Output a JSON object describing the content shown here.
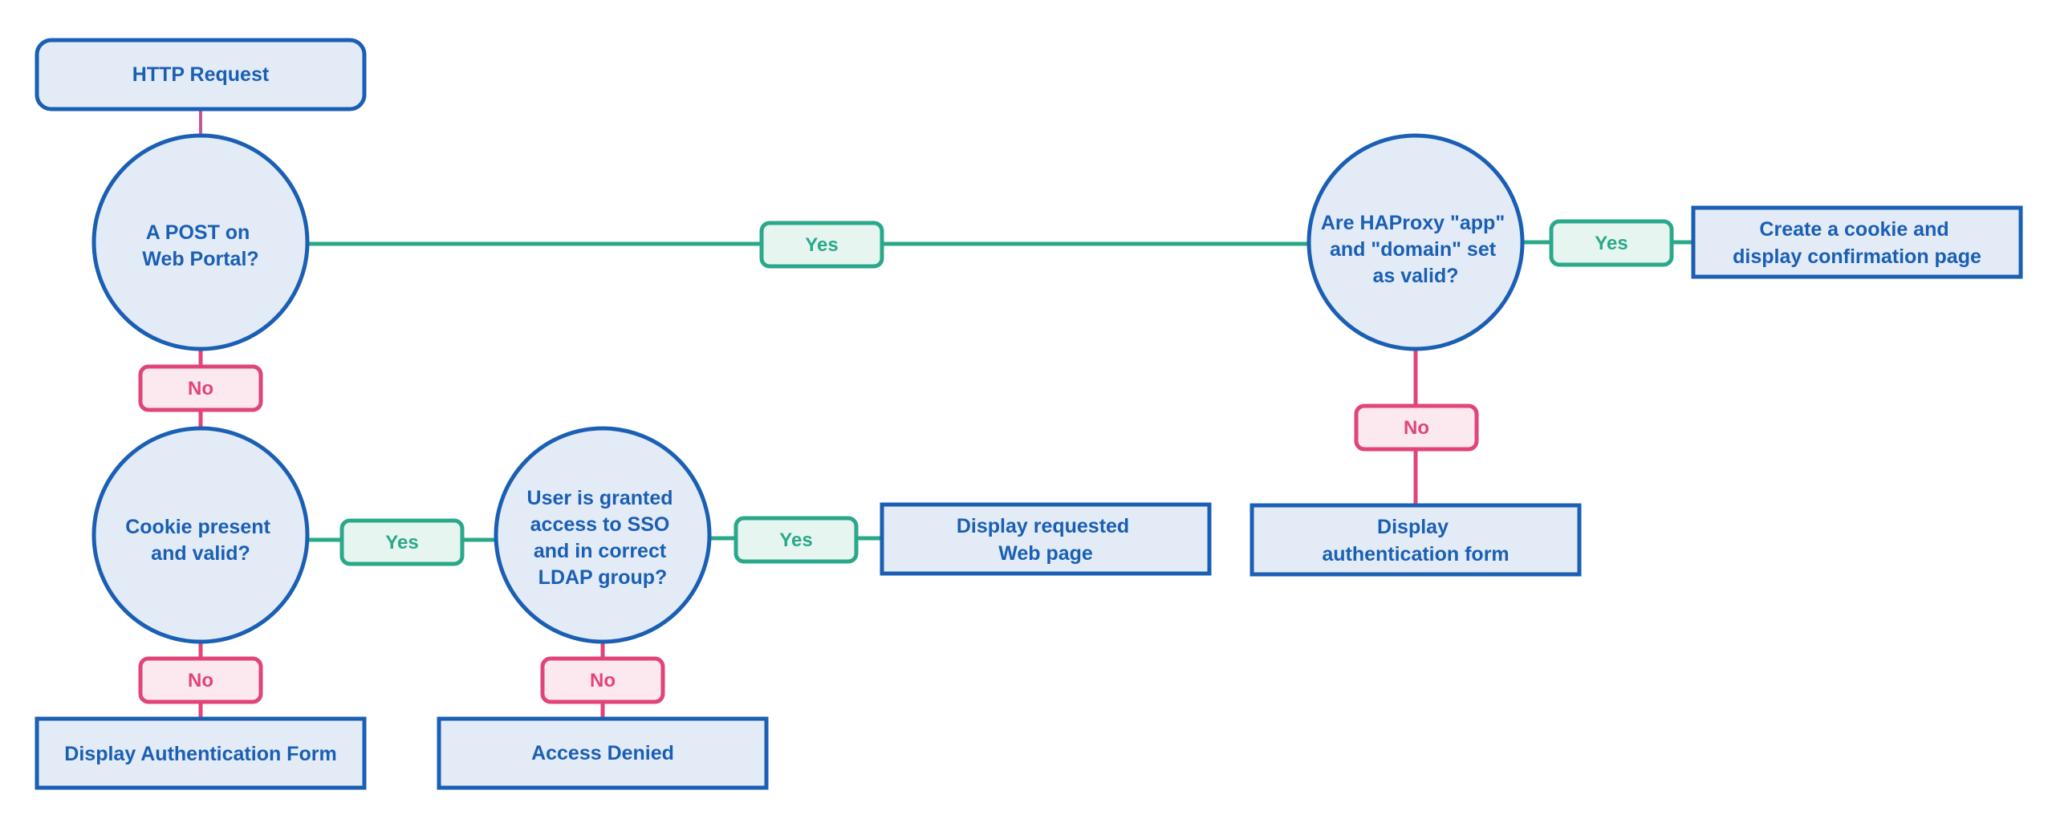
{
  "colors": {
    "node_stroke": "#1a5fb4",
    "node_fill": "#e3ebf6",
    "node_text": "#1a5fb4",
    "yes_stroke": "#2aa88a",
    "yes_fill": "#e7f5f1",
    "no_stroke": "#e0447a",
    "no_fill": "#fce8ef",
    "start_link": "#c2569a"
  },
  "nodes": {
    "http_request": "HTTP Request",
    "post_portal": [
      "A POST on",
      "Web Portal?"
    ],
    "haproxy_valid": [
      "Are HAProxy \"app\"",
      "and \"domain\" set",
      "as valid?"
    ],
    "create_cookie": [
      "Create a cookie and",
      "display confirmation page"
    ],
    "display_auth_form_right": [
      "Display",
      "authentication form"
    ],
    "cookie_valid": [
      "Cookie present",
      "and valid?"
    ],
    "user_granted": [
      "User is granted",
      "access to SSO",
      "and in correct",
      "LDAP group?"
    ],
    "display_requested": [
      "Display requested",
      "Web page"
    ],
    "display_auth_form_left": "Display Authentication Form",
    "access_denied": "Access Denied"
  },
  "labels": {
    "yes": "Yes",
    "no": "No"
  }
}
